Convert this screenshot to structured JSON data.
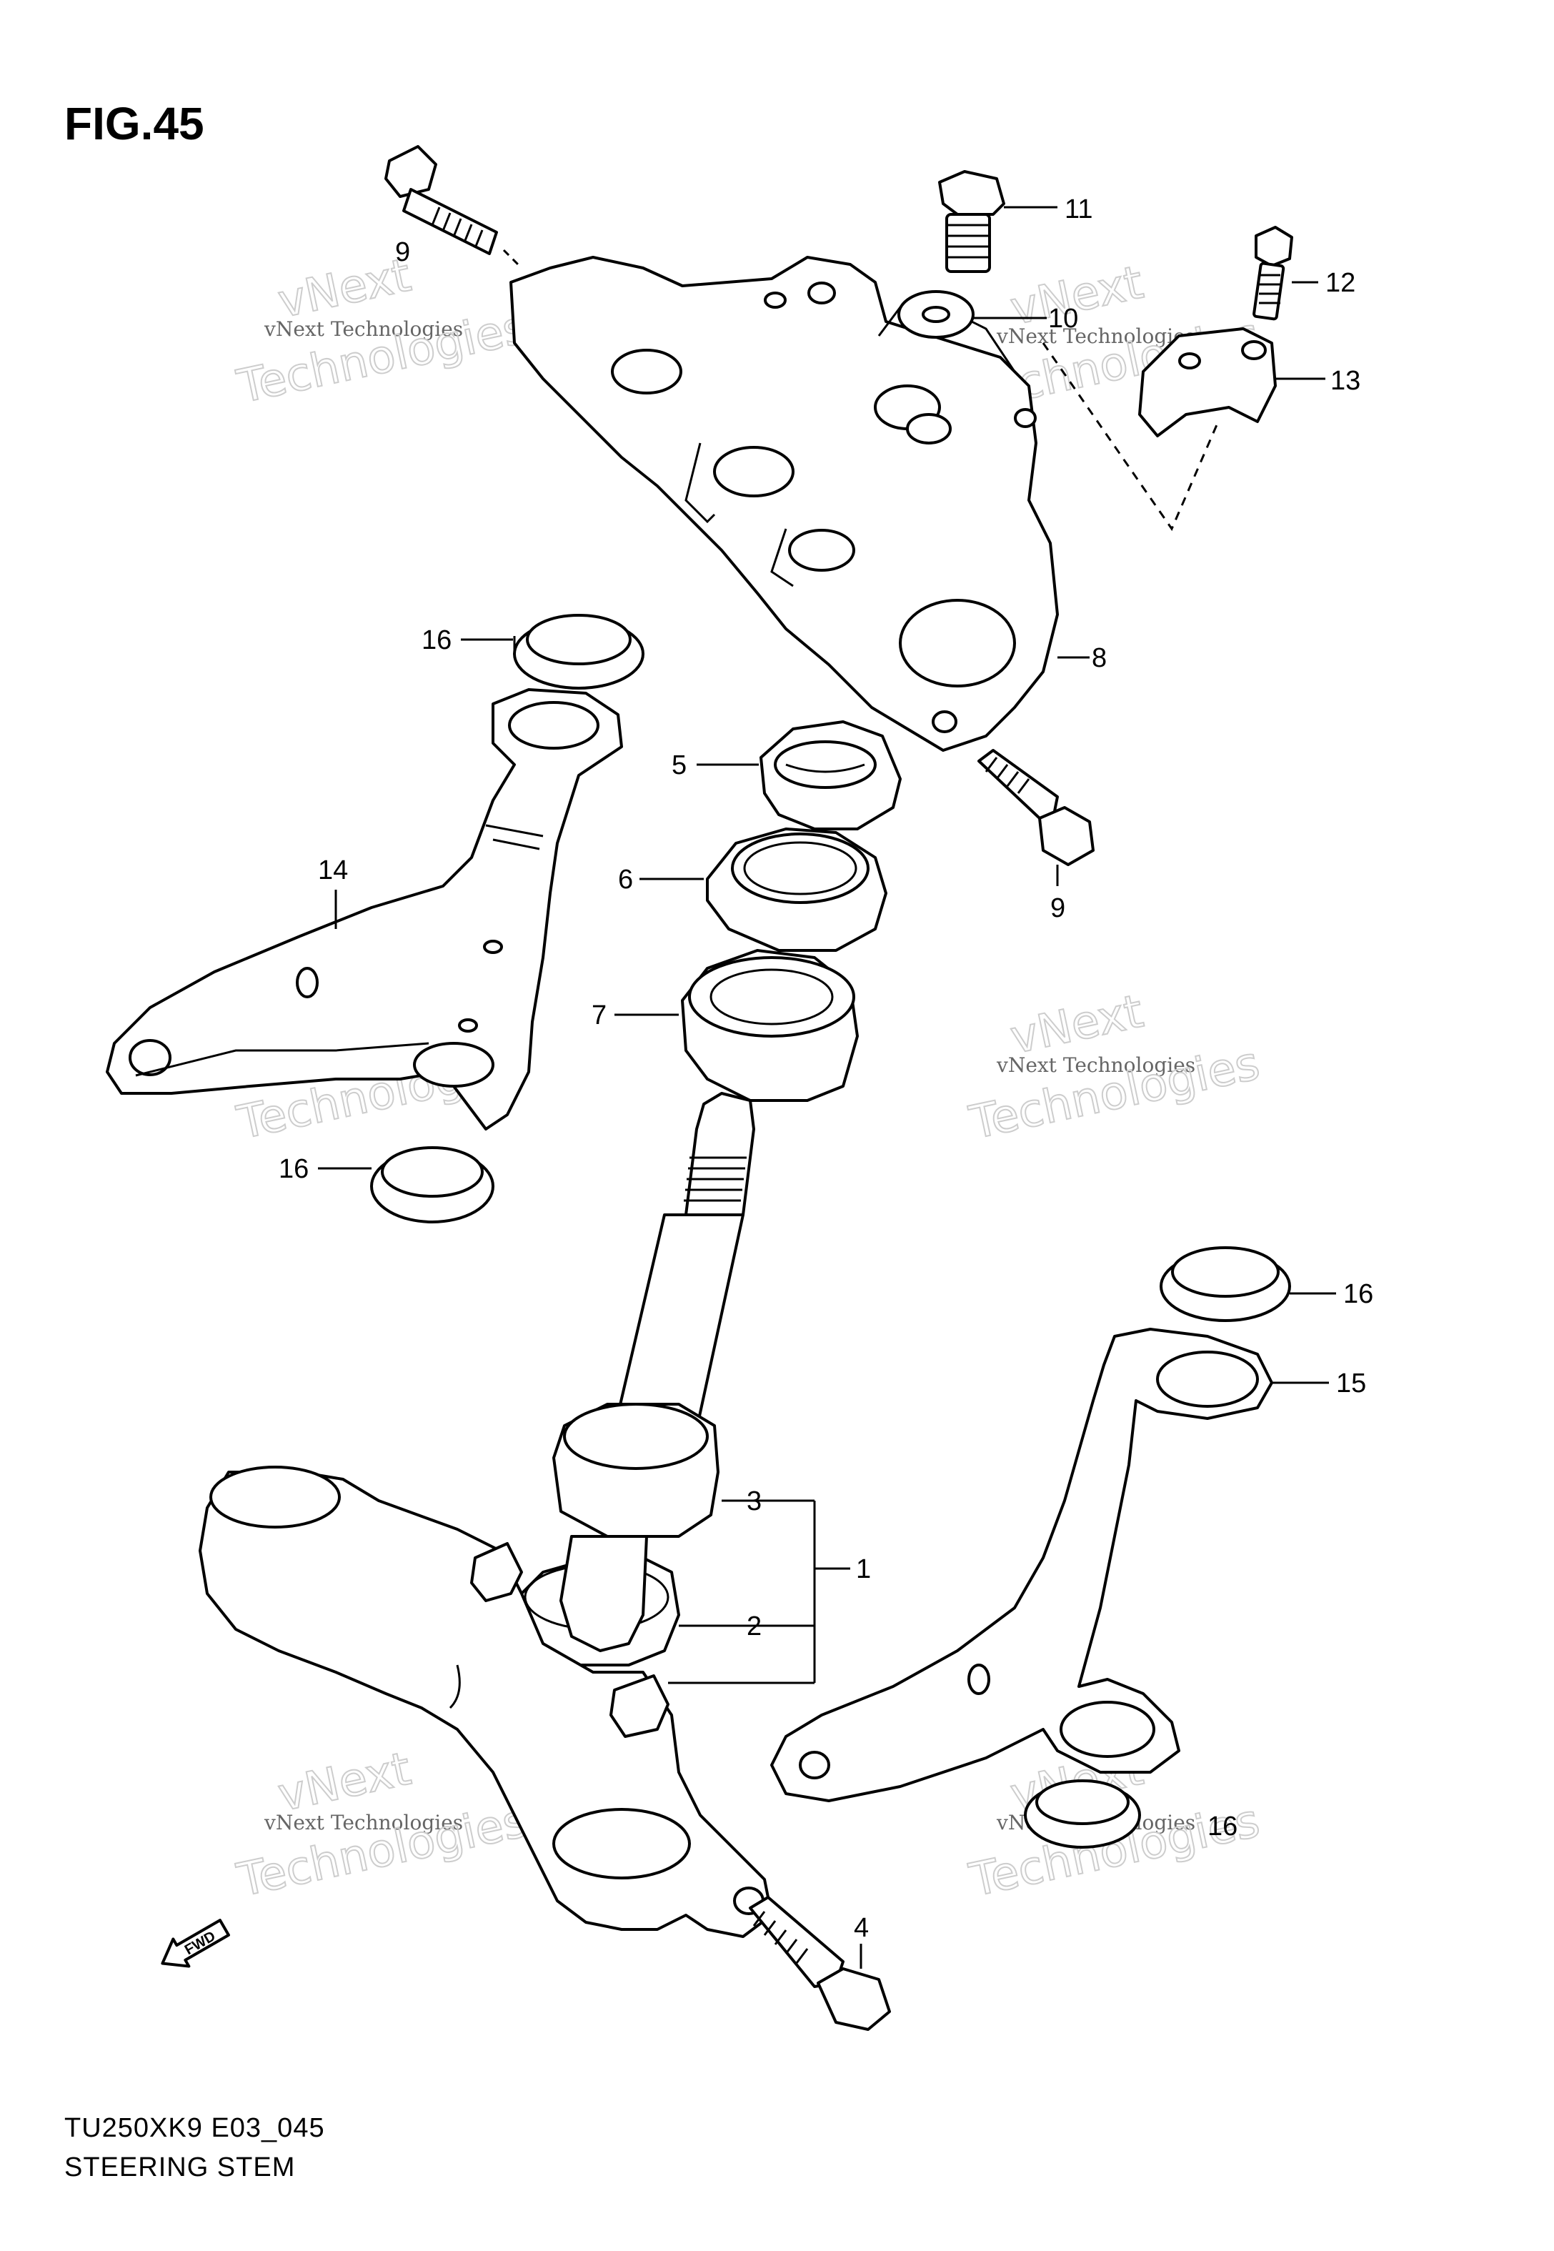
{
  "figure": {
    "title": "FIG.45",
    "model_code": "TU250XK9 E03_045",
    "section_name": "STEERING STEM",
    "fwd_label": "FWD"
  },
  "watermark": {
    "line1": "vNext",
    "line2": "vNext Technologies",
    "line3": "Technologies"
  },
  "callouts": [
    "1",
    "2",
    "3",
    "4",
    "5",
    "6",
    "7",
    "8",
    "9",
    "9",
    "10",
    "11",
    "12",
    "13",
    "14",
    "15",
    "16",
    "16",
    "16",
    "16"
  ]
}
